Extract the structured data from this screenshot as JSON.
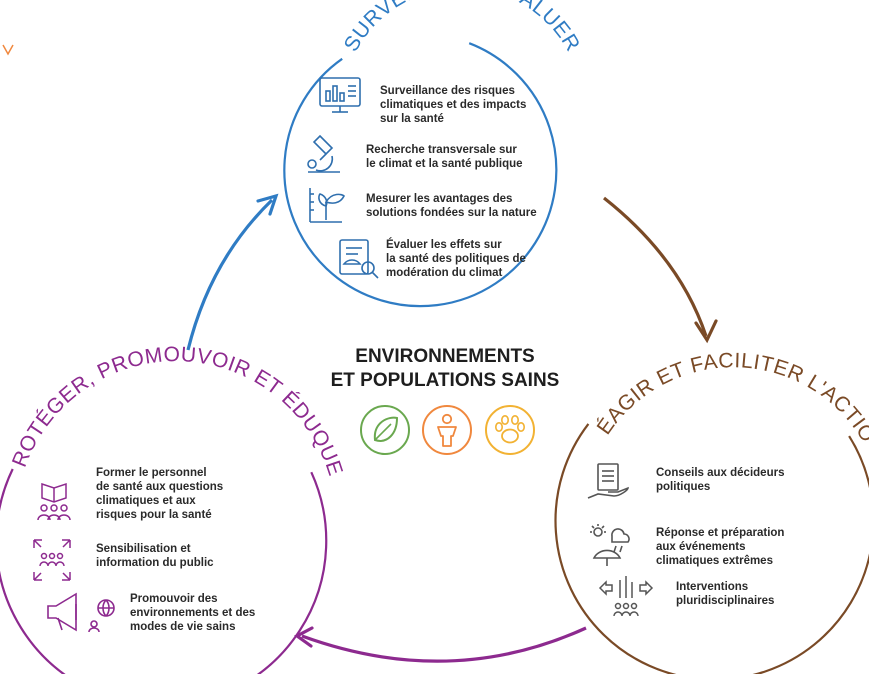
{
  "colors": {
    "monitor": "#2f7cc4",
    "respond": "#7a4a26",
    "protect": "#8d2a8f",
    "leaf": "#6aa84f",
    "person": "#f0883e",
    "paw": "#f2b233",
    "icon": "#2f6fae"
  },
  "center": {
    "title_line1": "ENVIRONNEMENTS",
    "title_line2": "ET POPULATIONS SAINS",
    "icons": [
      "leaf-icon",
      "person-icon",
      "paw-icon"
    ]
  },
  "sections": {
    "monitor": {
      "title": "SURVEILLER & ÉVALUER",
      "items": [
        {
          "icon": "computer-chart-icon",
          "text": "Surveillance des risques\nclimatiques et des impacts\nsur la santé"
        },
        {
          "icon": "microscope-icon",
          "text": "Recherche transversale sur\nle climat et la santé publique"
        },
        {
          "icon": "plant-measure-icon",
          "text": "Mesurer les avantages des\nsolutions fondées sur la nature"
        },
        {
          "icon": "document-magnifier-icon",
          "text": "Évaluer les effets sur\nla santé des politiques de\nmodération du climat"
        }
      ]
    },
    "respond": {
      "title": "RÉAGIR ET FACILITER L'ACTION",
      "items": [
        {
          "icon": "hand-document-icon",
          "text": "Conseils aux décideurs\npolitiques"
        },
        {
          "icon": "weather-umbrella-icon",
          "text": "Réponse et préparation\naux événements\nclimatiques extrêmes"
        },
        {
          "icon": "people-arrows-icon",
          "text": "Interventions\npluridisciplinaires"
        }
      ]
    },
    "protect": {
      "title": "PROTÉGER, PROMOUVOIR ET ÉDUQUER",
      "items": [
        {
          "icon": "trainer-group-icon",
          "text": "Former le personnel\nde santé aux questions\nclimatiques et aux\nrisques pour la santé"
        },
        {
          "icon": "group-arrows-icon",
          "text": "Sensibilisation et\ninformation du public"
        },
        {
          "icon": "megaphone-globe-icon",
          "text": "Promouvoir des\nenvironnements et des\nmodes de vie sains"
        }
      ]
    }
  }
}
